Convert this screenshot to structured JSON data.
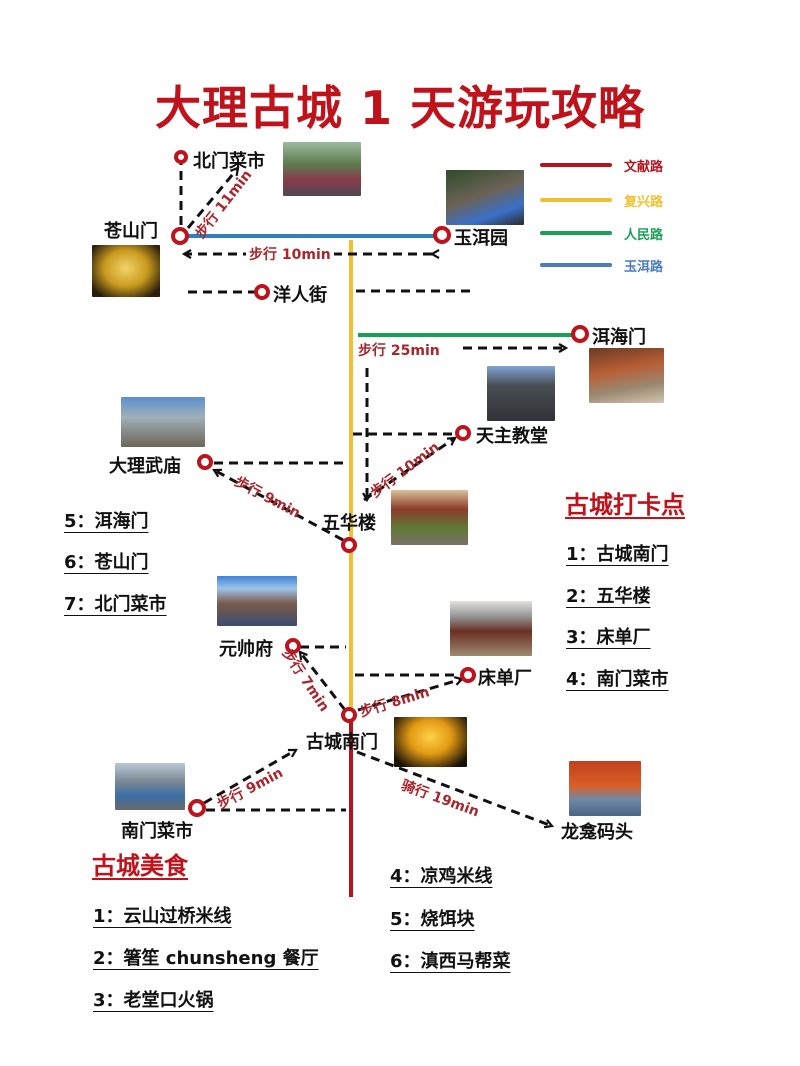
{
  "title": "大理古城 1 天游玩攻略",
  "legend": [
    {
      "label": "文献路",
      "color": "#b5141c"
    },
    {
      "label": "复兴路",
      "color": "#f0c12e"
    },
    {
      "label": "人民路",
      "color": "#1aa055"
    },
    {
      "label": "玉洱路",
      "color": "#4a7bbf"
    }
  ],
  "stations": {
    "beimen_caishi": "北门菜市",
    "cangshanmen": "苍山门",
    "yuer_yuan": "玉洱园",
    "yangren_jie": "洋人街",
    "erhaimen": "洱海门",
    "tianzhu_jiaotang": "天主教堂",
    "dali_wumiao": "大理武庙",
    "wuhualou": "五华楼",
    "yuanshuaifu": "元帅府",
    "chuangdanchang": "床单厂",
    "gucheng_nanmen": "古城南门",
    "nanmen_caishi": "南门菜市",
    "longkan_matou": "龙龛码头"
  },
  "routes": [
    {
      "from": "苍山门",
      "to": "北门菜市",
      "label": "步行 11min"
    },
    {
      "from": "玉洱园",
      "to": "苍山门",
      "label": "步行 10min"
    },
    {
      "from": "五华楼",
      "to": "洱海门",
      "label": "步行 25min"
    },
    {
      "from": "五华楼",
      "to": "天主教堂",
      "label": "步行 10min"
    },
    {
      "from": "五华楼",
      "to": "大理武庙",
      "label": "步行 9min"
    },
    {
      "from": "古城南门",
      "to": "元帅府",
      "label": "步行 7min"
    },
    {
      "from": "古城南门",
      "to": "床单厂",
      "label": "步行 8min"
    },
    {
      "from": "南门菜市",
      "to": "古城南门",
      "label": "步行 9min"
    },
    {
      "from": "古城南门",
      "to": "龙龛码头",
      "label": "骑行 19min"
    }
  ],
  "checkin": {
    "title": "古城打卡点",
    "items": [
      "1：古城南门",
      "2：五华楼",
      "3：床单厂",
      "4：南门菜市",
      "5：洱海门",
      "6：苍山门",
      "7：北门菜市"
    ]
  },
  "food": {
    "title": "古城美食",
    "items": [
      "1：云山过桥米线",
      "2：箸笙 chunsheng 餐厅",
      "3：老堂口火锅",
      "4：凉鸡米线",
      "5：烧饵块",
      "6：滇西马帮菜"
    ]
  }
}
